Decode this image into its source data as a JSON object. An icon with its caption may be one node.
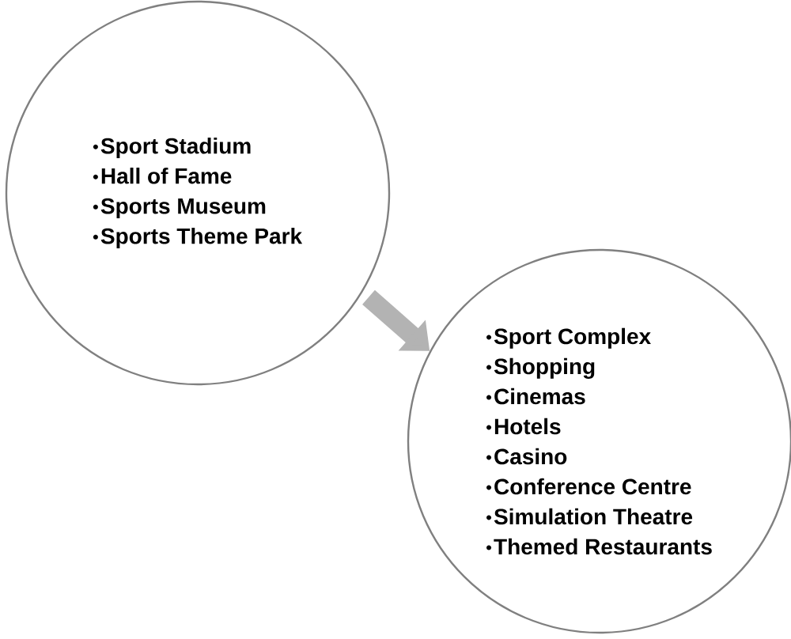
{
  "diagram": {
    "nodes": [
      {
        "text": [
          "Sport Stadium",
          "Hall of Fame",
          "Sports Museum",
          "Sports Theme Park"
        ]
      },
      {
        "text": [
          "Sport Complex",
          "Shopping",
          "Cinemas",
          "Hotels",
          "Casino",
          "Conference Centre",
          "Simulation Theatre",
          "Themed Restaurants"
        ]
      }
    ],
    "edges": [
      {
        "from": 0,
        "to": 1,
        "arrow": "to",
        "color": "#b3b3b3"
      }
    ]
  }
}
